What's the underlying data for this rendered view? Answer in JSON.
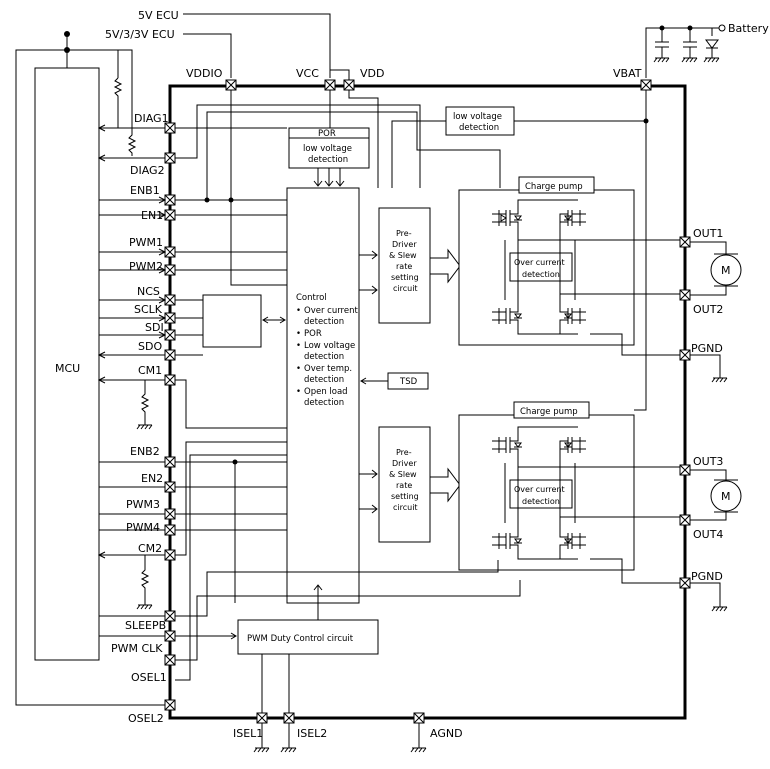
{
  "supplies": {
    "ecu5v": "5V ECU",
    "ecu533v": "5V/3/3V ECU",
    "battery": "Battery"
  },
  "power_pins": [
    "VDDIO",
    "VCC",
    "VDD",
    "VBAT"
  ],
  "mcu_label": "MCU",
  "left_pins": [
    "DIAG1",
    "DIAG2",
    "ENB1",
    "EN1",
    "PWM1",
    "PWM2",
    "NCS",
    "SCLK",
    "SDI",
    "SDO",
    "CM1",
    "ENB2",
    "EN2",
    "PWM3",
    "PWM4",
    "CM2",
    "SLEEPB",
    "PWM CLK",
    "OSEL1",
    "OSEL2"
  ],
  "bottom_pins": [
    "ISEL1",
    "ISEL2",
    "AGND"
  ],
  "right_pins": [
    "OUT1",
    "OUT2",
    "PGND",
    "OUT3",
    "OUT4",
    "PGND"
  ],
  "blocks": {
    "por": "POR",
    "por_lv_1": "low voltage",
    "por_lv_2": "detection",
    "lvd_1": "low voltage",
    "lvd_2": "detection",
    "control_title": "Control",
    "control_items": [
      {
        "b": "•",
        "l1": "Over current",
        "l2": "detection"
      },
      {
        "b": "•",
        "l1": "POR",
        "l2": ""
      },
      {
        "b": "•",
        "l1": "Low voltage",
        "l2": "detection"
      },
      {
        "b": "•",
        "l1": "Over temp.",
        "l2": "detection"
      },
      {
        "b": "•",
        "l1": "Open load",
        "l2": "detection"
      }
    ],
    "predriver_lines": [
      "Pre-",
      "Driver",
      "& Slew",
      "rate",
      "setting",
      "circuit"
    ],
    "charge_pump": "Charge pump",
    "oc_1": "Over current",
    "oc_2": "detection",
    "tsd": "TSD",
    "pwm_duty": "PWM Duty Control circuit",
    "motor": "M"
  }
}
